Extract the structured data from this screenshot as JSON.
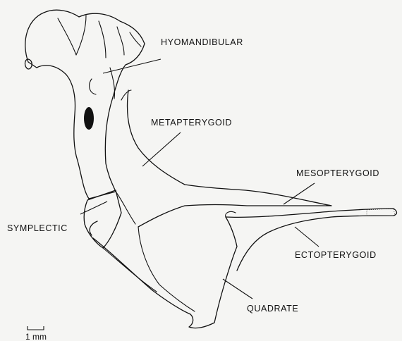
{
  "labels": {
    "hyomandibular": "HYOMANDIBULAR",
    "metapterygoid": "METAPTERYGOID",
    "mesopterygoid": "MESOPTERYGOID",
    "symplectic": "SYMPLECTIC",
    "ectopterygoid": "ECTOPTERYGOID",
    "quadrate": "QUADRATE"
  },
  "scale_bar": {
    "label": "1 mm"
  }
}
